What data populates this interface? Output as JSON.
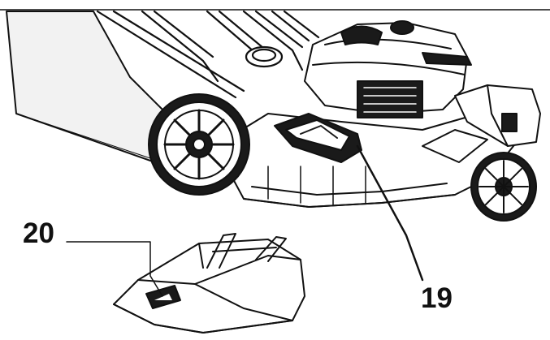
{
  "callouts": [
    {
      "id": "20",
      "label": "20"
    },
    {
      "id": "19",
      "label": "19"
    }
  ],
  "colors": {
    "line": "#111111",
    "background": "#ffffff",
    "grass_bag": "#f2f2f2",
    "dark_part": "#1a1a1a"
  },
  "illustration": {
    "subject": "lawn mower",
    "parts": [
      "grass-bag",
      "handle",
      "rear-wheel",
      "engine",
      "mulching-plug",
      "front-wheel",
      "deck",
      "side-discharge-chute"
    ]
  }
}
